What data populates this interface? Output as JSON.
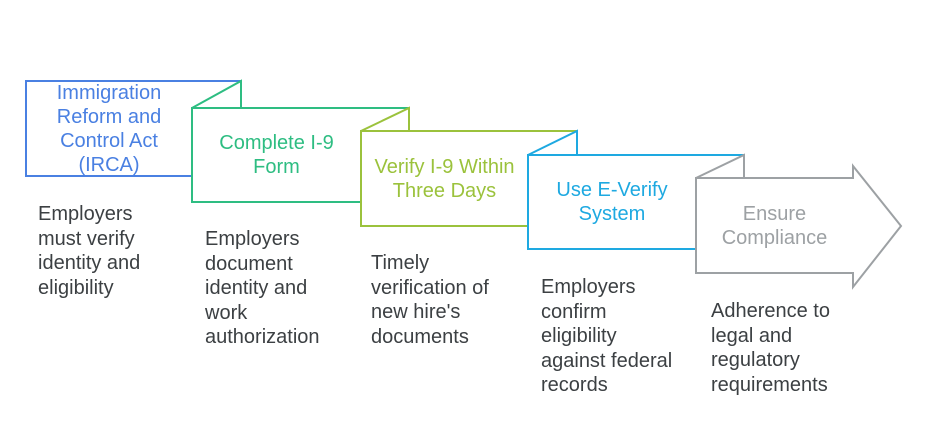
{
  "diagram": {
    "type": "process-flow",
    "background": "#ffffff",
    "shape_fill": "#ffffff",
    "body_text_color": "#3C4043"
  },
  "steps": [
    {
      "label": "Immigration\nReform and\nControl Act\n(IRCA)",
      "description": "Employers\nmust verify\nidentity and\neligibility",
      "color": "#4A80E2",
      "shape": "folded-box"
    },
    {
      "label": "Complete I-9\nForm",
      "description": "Employers\ndocument\nidentity and\nwork\nauthorization",
      "color": "#2EBD82",
      "shape": "folded-box"
    },
    {
      "label": "Verify I-9 Within\nThree Days",
      "description": "Timely\nverification of\nnew hire's\ndocuments",
      "color": "#9BC23C",
      "shape": "folded-box"
    },
    {
      "label": "Use E-Verify\nSystem",
      "description": "Employers\nconfirm\neligibility\nagainst federal\nrecords",
      "color": "#1EA9E1",
      "shape": "folded-box"
    },
    {
      "label": "Ensure\nCompliance",
      "description": "Adherence to\nlegal and\nregulatory\nrequirements",
      "color": "#9DA1A4",
      "shape": "arrow"
    }
  ]
}
